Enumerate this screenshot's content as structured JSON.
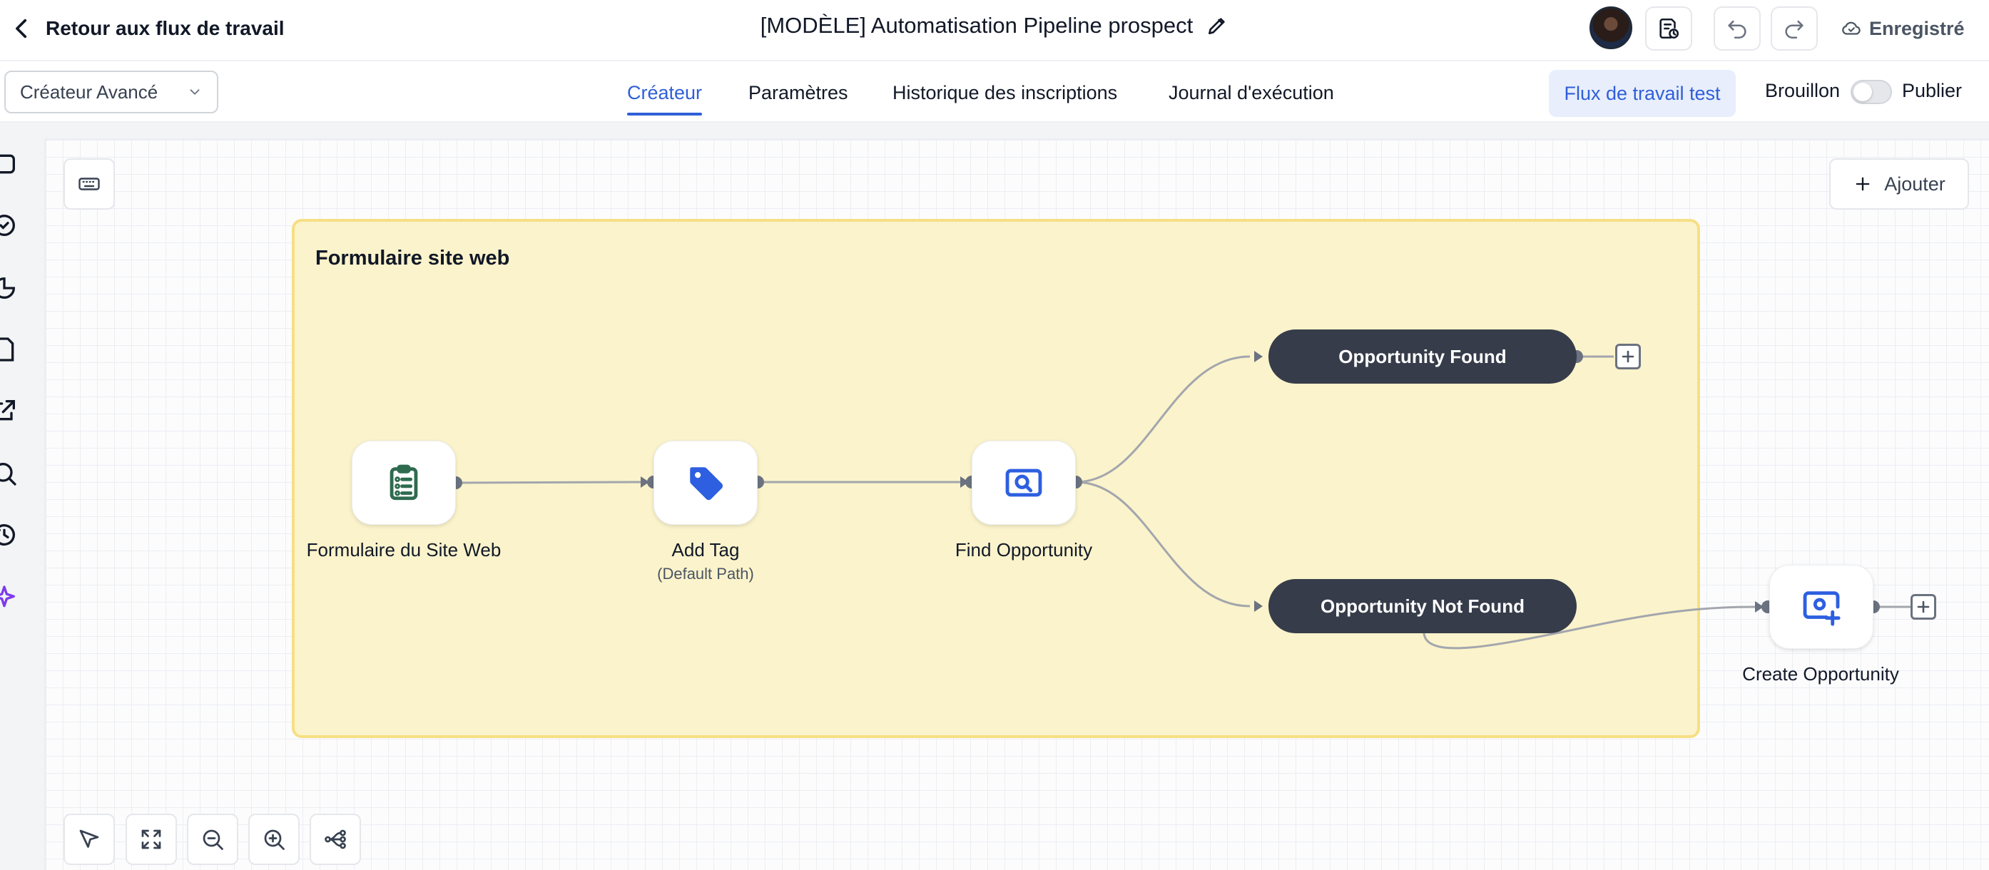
{
  "header": {
    "back_label": "Retour aux flux de travail",
    "title": "[MODÈLE] Automatisation Pipeline prospect",
    "saved_label": "Enregistré"
  },
  "subheader": {
    "builder_select": "Créateur Avancé",
    "tabs": [
      {
        "label": "Créateur",
        "active": true
      },
      {
        "label": "Paramètres",
        "active": false
      },
      {
        "label": "Historique des inscriptions",
        "active": false
      },
      {
        "label": "Journal d'exécution",
        "active": false
      }
    ],
    "test_label": "Flux de travail test",
    "draft_label": "Brouillon",
    "publish_label": "Publier",
    "publish_on": false
  },
  "canvas": {
    "add_label": "Ajouter",
    "group_title": "Formulaire site web",
    "nodes": [
      {
        "label": "Formulaire du Site Web",
        "icon": "clipboard-list-icon",
        "color": "#2f6b4f"
      },
      {
        "label": "Add Tag",
        "sub": "(Default Path)",
        "icon": "tag-icon",
        "color": "#2d5fe0"
      },
      {
        "label": "Find Opportunity",
        "icon": "search-card-icon",
        "color": "#2d5fe0"
      },
      {
        "label": "Create Opportunity",
        "icon": "add-card-icon",
        "color": "#2d5fe0"
      }
    ],
    "branches": [
      {
        "label": "Opportunity Found"
      },
      {
        "label": "Opportunity Not Found"
      }
    ]
  },
  "colors": {
    "accent": "#2f5fd8",
    "group_bg": "#fbf3cb",
    "group_border": "#f6df84",
    "pill_bg": "#363c4a"
  }
}
